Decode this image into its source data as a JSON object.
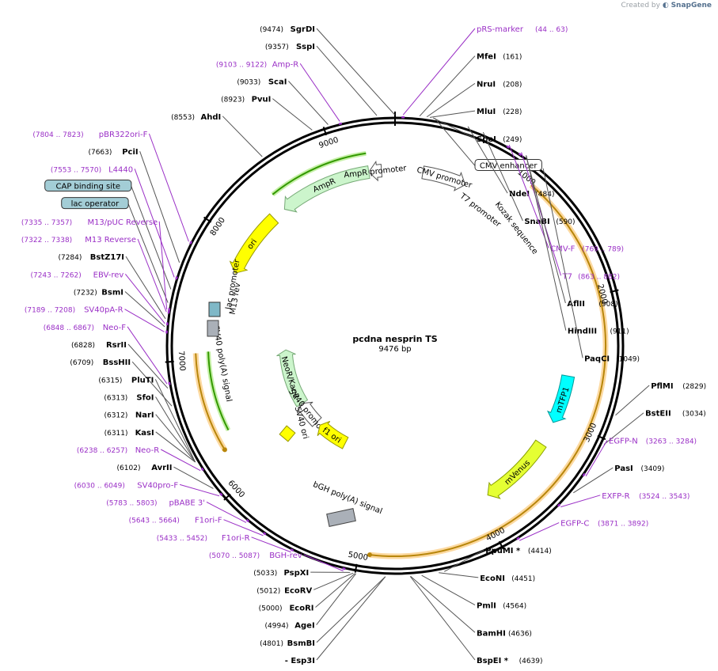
{
  "credit": {
    "prefix": "Created by",
    "brand": "SnapGene"
  },
  "plasmid": {
    "name": "pcdna nesprin TS",
    "size_label": "9476 bp",
    "length": 9476
  },
  "colors": {
    "enzyme": "#000000",
    "primer": "#9a2fc6",
    "line": "#555555"
  },
  "ticks": [
    {
      "pos": 1000,
      "label": "1000"
    },
    {
      "pos": 2000,
      "label": "2000"
    },
    {
      "pos": 3000,
      "label": "3000"
    },
    {
      "pos": 4000,
      "label": "4000"
    },
    {
      "pos": 5000,
      "label": "5000"
    },
    {
      "pos": 6000,
      "label": "6000"
    },
    {
      "pos": 7000,
      "label": "7000"
    },
    {
      "pos": 8000,
      "label": "8000"
    },
    {
      "pos": 9000,
      "label": "9000"
    }
  ],
  "features": [
    {
      "name": "AmpR",
      "start": 8450,
      "end": 9250,
      "lane": 1,
      "color": "#ccf5cc",
      "stroke": "#77aa77",
      "dir": -1,
      "label": "AmpR"
    },
    {
      "name": "AmpR promoter",
      "start": 9250,
      "end": 9360,
      "lane": 1,
      "color": "#ffffff",
      "stroke": "#555555",
      "dir": -1,
      "label": "AmpR promoter"
    },
    {
      "name": "CMV promoter",
      "start": 240,
      "end": 620,
      "lane": 1,
      "color": "#ffffff",
      "stroke": "#555555",
      "dir": 1,
      "label": "CMV promoter"
    },
    {
      "name": "ori",
      "start": 7750,
      "end": 8330,
      "lane": 1,
      "color": "#ffff00",
      "stroke": "#999900",
      "dir": -1,
      "label": "ori"
    },
    {
      "name": "NeoR/KanR",
      "start": 6270,
      "end": 7050,
      "lane": 2,
      "color": "#ccf5cc",
      "stroke": "#77aa77",
      "dir": 1,
      "label": "NeoR/KanR"
    },
    {
      "name": "SV40 promoter",
      "start": 5940,
      "end": 6270,
      "lane": 2,
      "color": "#ffffff",
      "stroke": "#555555",
      "dir": 1,
      "label": "SV40 promoter"
    },
    {
      "name": "f1 ori",
      "start": 5450,
      "end": 5880,
      "lane": 2,
      "color": "#ffff00",
      "stroke": "#999900",
      "dir": 1,
      "label": "f1 ori"
    },
    {
      "name": "mTFP1",
      "start": 2630,
      "end": 3050,
      "lane": 1,
      "color": "#00ffff",
      "stroke": "#009999",
      "dir": 1,
      "label": "mTFP1"
    },
    {
      "name": "mVenus",
      "start": 3260,
      "end": 3900,
      "lane": 1,
      "color": "#e5ff33",
      "stroke": "#8aa000",
      "dir": 1,
      "label": "mVenus"
    }
  ],
  "orf_arcs": [
    {
      "start": 1060,
      "end": 4920,
      "lane": 0,
      "color": "#b8860b",
      "dir": 1
    },
    {
      "start": 6280,
      "end": 7050,
      "lane": 0.5,
      "color": "#b8860b",
      "dir": -1
    }
  ],
  "green_arcs": [
    {
      "start": 8450,
      "end": 9250,
      "lane": 0,
      "color": "#339900",
      "dir": -1
    },
    {
      "start": 6400,
      "end": 7060,
      "lane": 1,
      "color": "#339900",
      "dir": 1
    }
  ],
  "inner_text": [
    {
      "text": "Kozak sequence"
    },
    {
      "text": "T7 promoter"
    },
    {
      "text": "lac promoter"
    },
    {
      "text": "M13 rev"
    },
    {
      "text": "SV40 poly(A) signal"
    },
    {
      "text": "SV40 ori"
    },
    {
      "text": "bGH poly(A) signal"
    }
  ],
  "labels": [
    {
      "kind": "enzyme",
      "pos": "(9474)",
      "name": "SgrDI",
      "mark": 9474
    },
    {
      "kind": "enzyme",
      "pos": "(9357)",
      "name": "SspI",
      "mark": 9357
    },
    {
      "kind": "primer",
      "pos": "(9103 .. 9122)",
      "name": "Amp-R",
      "mark": 9112
    },
    {
      "kind": "enzyme",
      "pos": "(9033)",
      "name": "ScaI",
      "mark": 9033
    },
    {
      "kind": "enzyme",
      "pos": "(8923)",
      "name": "PvuI",
      "mark": 8923
    },
    {
      "kind": "enzyme",
      "pos": "(8553)",
      "name": "AhdI",
      "mark": 8553
    },
    {
      "kind": "primer",
      "pos": "(7804 .. 7823)",
      "name": "pBR322ori-F",
      "mark": 7813
    },
    {
      "kind": "enzyme",
      "pos": "(7663)",
      "name": "PciI",
      "mark": 7663
    },
    {
      "kind": "primer",
      "pos": "(7553 .. 7570)",
      "name": "L4440",
      "mark": 7561
    },
    {
      "kind": "box",
      "pos": "",
      "name": "CAP binding site",
      "mark": 7480
    },
    {
      "kind": "primer",
      "pos": "(7335 .. 7357)",
      "name": "M13/pUC Reverse",
      "mark": 7346
    },
    {
      "kind": "box",
      "pos": "",
      "name": "lac operator",
      "mark": 7390
    },
    {
      "kind": "primer",
      "pos": "(7322 .. 7338)",
      "name": "M13 Reverse",
      "mark": 7330
    },
    {
      "kind": "enzyme",
      "pos": "(7284)",
      "name": "BstZ17I",
      "mark": 7284
    },
    {
      "kind": "primer",
      "pos": "(7243 .. 7262)",
      "name": "EBV-rev",
      "mark": 7252
    },
    {
      "kind": "enzyme",
      "pos": "(7232)",
      "name": "BsmI",
      "mark": 7232
    },
    {
      "kind": "primer",
      "pos": "(7189 .. 7208)",
      "name": "SV40pA-R",
      "mark": 7198
    },
    {
      "kind": "primer",
      "pos": "(6848 .. 6867)",
      "name": "Neo-F",
      "mark": 6857
    },
    {
      "kind": "enzyme",
      "pos": "(6828)",
      "name": "RsrII",
      "mark": 6828
    },
    {
      "kind": "enzyme",
      "pos": "(6709)",
      "name": "BssHII",
      "mark": 6709
    },
    {
      "kind": "enzyme",
      "pos": "(6315)",
      "name": "PluTI",
      "mark": 6315
    },
    {
      "kind": "enzyme",
      "pos": "(6313)",
      "name": "SfoI",
      "mark": 6313
    },
    {
      "kind": "enzyme",
      "pos": "(6312)",
      "name": "NarI",
      "mark": 6312
    },
    {
      "kind": "enzyme",
      "pos": "(6311)",
      "name": "KasI",
      "mark": 6311
    },
    {
      "kind": "primer",
      "pos": "(6238 .. 6257)",
      "name": "Neo-R",
      "mark": 6247
    },
    {
      "kind": "enzyme",
      "pos": "(6102)",
      "name": "AvrII",
      "mark": 6102
    },
    {
      "kind": "primer",
      "pos": "(6030 .. 6049)",
      "name": "SV40pro-F",
      "mark": 6040
    },
    {
      "kind": "primer",
      "pos": "(5783 .. 5803)",
      "name": "pBABE 3'",
      "mark": 5793
    },
    {
      "kind": "primer",
      "pos": "(5643 .. 5664)",
      "name": "F1ori-F",
      "mark": 5653
    },
    {
      "kind": "primer",
      "pos": "(5433 .. 5452)",
      "name": "F1ori-R",
      "mark": 5442
    },
    {
      "kind": "primer",
      "pos": "(5070 .. 5087)",
      "name": "BGH-rev",
      "mark": 5078
    },
    {
      "kind": "enzyme",
      "pos": "(5033)",
      "name": "PspXI",
      "mark": 5033
    },
    {
      "kind": "enzyme",
      "pos": "(5012)",
      "name": "EcoRV",
      "mark": 5012
    },
    {
      "kind": "enzyme",
      "pos": "(5000)",
      "name": "EcoRI",
      "mark": 5000
    },
    {
      "kind": "enzyme",
      "pos": "(4994)",
      "name": "AgeI",
      "mark": 4994
    },
    {
      "kind": "enzyme",
      "pos": "(4801)",
      "name": "BsmBI",
      "mark": 4801
    },
    {
      "kind": "enzyme",
      "pos": "",
      "name": "- Esp3I",
      "mark": 4801
    },
    {
      "kind": "enzyme",
      "pos": "(4639)",
      "name": "BspEI *",
      "mark": 4639
    },
    {
      "kind": "enzyme",
      "pos": "(4636)",
      "name": "BamHI",
      "mark": 4636
    },
    {
      "kind": "enzyme",
      "pos": "(4564)",
      "name": "PmlI",
      "mark": 4564
    },
    {
      "kind": "enzyme",
      "pos": "(4451)",
      "name": "EcoNI",
      "mark": 4451
    },
    {
      "kind": "enzyme",
      "pos": "(4414)",
      "name": "PpuMI *",
      "mark": 4414
    },
    {
      "kind": "primer",
      "pos": "(3871 .. 3892)",
      "name": "EGFP-C",
      "mark": 3881
    },
    {
      "kind": "primer",
      "pos": "(3524 .. 3543)",
      "name": "EXFP-R",
      "mark": 3533
    },
    {
      "kind": "enzyme",
      "pos": "(3409)",
      "name": "PasI",
      "mark": 3409
    },
    {
      "kind": "primer",
      "pos": "(3263 .. 3284)",
      "name": "EGFP-N",
      "mark": 3273
    },
    {
      "kind": "enzyme",
      "pos": "(3034)",
      "name": "BstEII",
      "mark": 3034
    },
    {
      "kind": "enzyme",
      "pos": "(2829)",
      "name": "PflMI",
      "mark": 2829
    },
    {
      "kind": "enzyme",
      "pos": "(1049)",
      "name": "PaqCI",
      "mark": 1049
    },
    {
      "kind": "enzyme",
      "pos": "(911)",
      "name": "HindIII",
      "mark": 911
    },
    {
      "kind": "enzyme",
      "pos": "(908)",
      "name": "AflII",
      "mark": 908
    },
    {
      "kind": "primer",
      "pos": "(863 .. 882)",
      "name": "T7",
      "mark": 872
    },
    {
      "kind": "primer",
      "pos": "(769 .. 789)",
      "name": "CMV-F",
      "mark": 779
    },
    {
      "kind": "enzyme",
      "pos": "(590)",
      "name": "SnaBI",
      "mark": 590
    },
    {
      "kind": "enzyme",
      "pos": "(484)",
      "name": "NdeI",
      "mark": 484
    },
    {
      "kind": "boxw",
      "pos": "",
      "name": "CMV enhancer",
      "mark": 260
    },
    {
      "kind": "enzyme",
      "pos": "(249)",
      "name": "SpeI",
      "mark": 249
    },
    {
      "kind": "enzyme",
      "pos": "(228)",
      "name": "MluI",
      "mark": 228
    },
    {
      "kind": "enzyme",
      "pos": "(208)",
      "name": "NruI",
      "mark": 208
    },
    {
      "kind": "enzyme",
      "pos": "(161)",
      "name": "MfeI",
      "mark": 161
    },
    {
      "kind": "primer",
      "pos": "(44 .. 63)",
      "name": "pRS-marker",
      "mark": 53
    }
  ]
}
